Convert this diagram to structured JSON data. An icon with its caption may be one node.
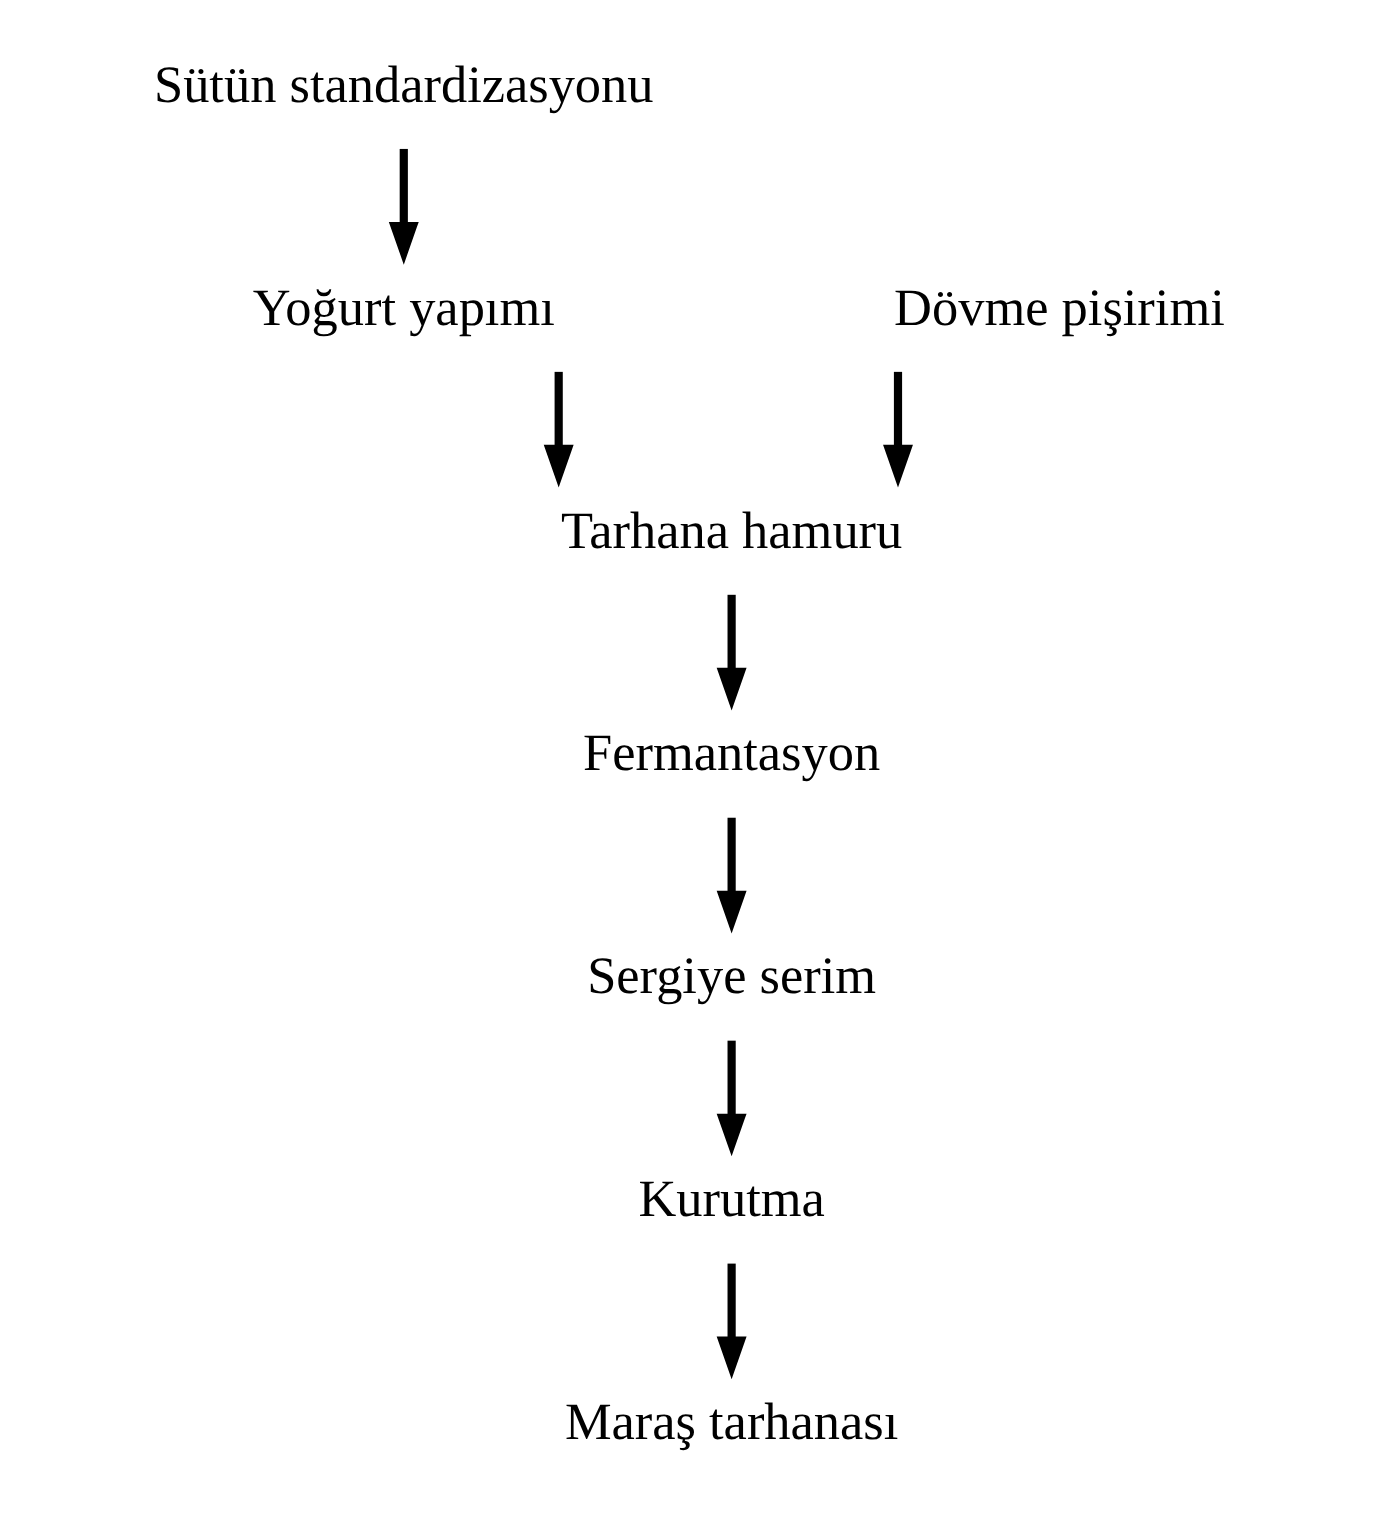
{
  "diagram": {
    "nodes": [
      {
        "text": [
          "Sütün standardizasyonu"
        ]
      },
      {
        "text": [
          "Yoğurt yapımı"
        ]
      },
      {
        "text": [
          "Dövme pişirimi"
        ]
      },
      {
        "text": [
          "Tarhana hamuru"
        ]
      },
      {
        "text": [
          "Fermantasyon"
        ]
      },
      {
        "text": [
          "Sergiye serim"
        ]
      },
      {
        "text": [
          "Kurutma"
        ]
      },
      {
        "text": [
          "Maraş tarhanası"
        ]
      }
    ],
    "edges": [
      {
        "from": 0,
        "to": 1,
        "arrow": "to"
      },
      {
        "from": 1,
        "to": 3,
        "arrow": "to"
      },
      {
        "from": 2,
        "to": 3,
        "arrow": "to"
      },
      {
        "from": 3,
        "to": 4,
        "arrow": "to"
      },
      {
        "from": 4,
        "to": 5,
        "arrow": "to"
      },
      {
        "from": 5,
        "to": 6,
        "arrow": "to"
      },
      {
        "from": 6,
        "to": 7,
        "arrow": "to"
      }
    ]
  }
}
